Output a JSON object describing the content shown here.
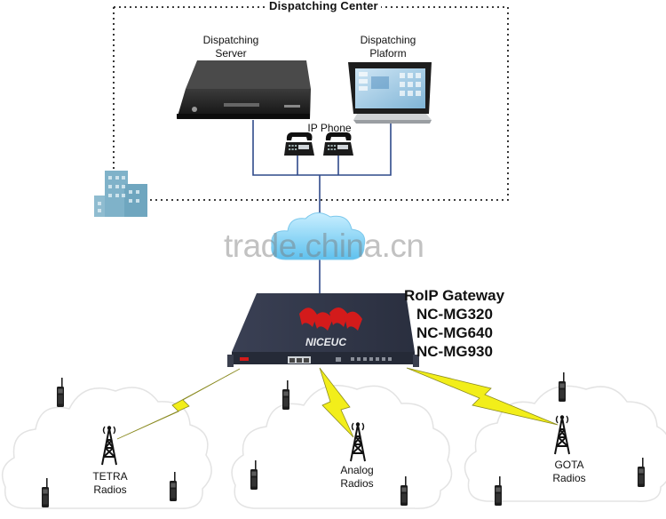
{
  "diagram": {
    "title": "Dispatching Center",
    "server_label": [
      "Dispatching",
      "Server"
    ],
    "platform_label": [
      "Dispatching",
      "Plaform"
    ],
    "phone_label": "IP Phone",
    "watermark": "trade.china.cn",
    "device_brand": "NICEUC",
    "gateway_lines": [
      "RoIP Gateway",
      "NC-MG320",
      "NC-MG640",
      "NC-MG930"
    ],
    "networks": [
      {
        "label": [
          "TETRA",
          "Radios"
        ]
      },
      {
        "label": [
          "Analog",
          "Radios"
        ]
      },
      {
        "label": [
          "GOTA",
          "Radios"
        ]
      }
    ]
  },
  "colors": {
    "link_line": "#2f4a8a",
    "lightning": "#f2ee1a",
    "cloud_blue": "#8fd6f5",
    "device_body": "#2e3446",
    "brand_red": "#d31b1b",
    "building": "#7fb2c9"
  }
}
